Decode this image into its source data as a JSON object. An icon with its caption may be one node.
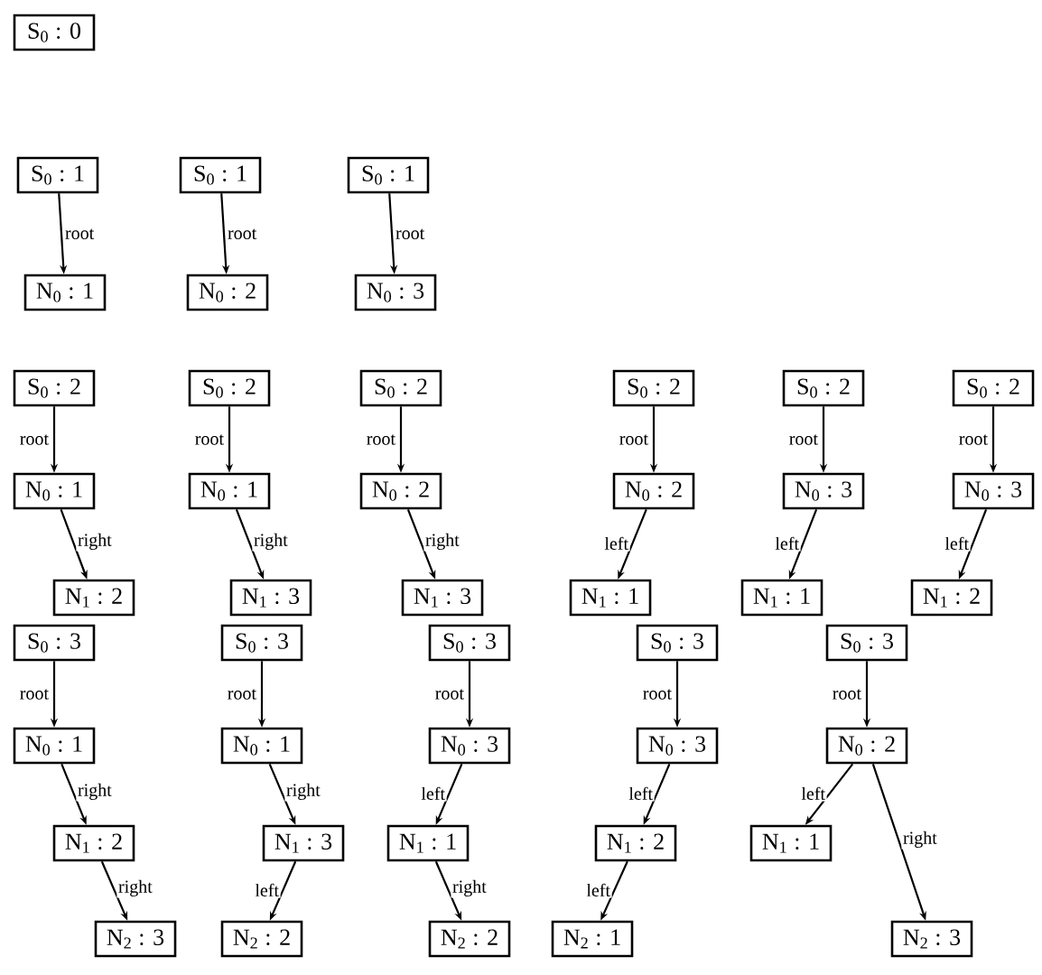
{
  "diagram": {
    "nodes": [
      {
        "text": [
          "S$_{0}$ : 0"
        ]
      },
      {
        "text": [
          "S$_{0}$ : 1"
        ]
      },
      {
        "text": [
          "N$_{0}$ : 1"
        ]
      },
      {
        "text": [
          "S$_{0}$ : 1"
        ]
      },
      {
        "text": [
          "N$_{0}$ : 2"
        ]
      },
      {
        "text": [
          "S$_{0}$ : 1"
        ]
      },
      {
        "text": [
          "N$_{0}$ : 3"
        ]
      },
      {
        "text": [
          "S$_{0}$ : 2"
        ]
      },
      {
        "text": [
          "N$_{0}$ : 1"
        ]
      },
      {
        "text": [
          "N$_{1}$ : 2"
        ]
      },
      {
        "text": [
          "S$_{0}$ : 2"
        ]
      },
      {
        "text": [
          "N$_{0}$ : 1"
        ]
      },
      {
        "text": [
          "N$_{1}$ : 3"
        ]
      },
      {
        "text": [
          "S$_{0}$ : 2"
        ]
      },
      {
        "text": [
          "N$_{0}$ : 2"
        ]
      },
      {
        "text": [
          "N$_{1}$ : 3"
        ]
      },
      {
        "text": [
          "S$_{0}$ : 2"
        ]
      },
      {
        "text": [
          "N$_{0}$ : 2"
        ]
      },
      {
        "text": [
          "N$_{1}$ : 1"
        ]
      },
      {
        "text": [
          "S$_{0}$ : 2"
        ]
      },
      {
        "text": [
          "N$_{0}$ : 3"
        ]
      },
      {
        "text": [
          "N$_{1}$ : 1"
        ]
      },
      {
        "text": [
          "S$_{0}$ : 2"
        ]
      },
      {
        "text": [
          "N$_{0}$ : 3"
        ]
      },
      {
        "text": [
          "N$_{1}$ : 2"
        ]
      },
      {
        "text": [
          "S$_{0}$ : 3"
        ]
      },
      {
        "text": [
          "N$_{0}$ : 1"
        ]
      },
      {
        "text": [
          "N$_{1}$ : 2"
        ]
      },
      {
        "text": [
          "N$_{2}$ : 3"
        ]
      },
      {
        "text": [
          "S$_{0}$ : 3"
        ]
      },
      {
        "text": [
          "N$_{0}$ : 1"
        ]
      },
      {
        "text": [
          "N$_{1}$ : 3"
        ]
      },
      {
        "text": [
          "N$_{2}$ : 2"
        ]
      },
      {
        "text": [
          "S$_{0}$ : 3"
        ]
      },
      {
        "text": [
          "N$_{0}$ : 3"
        ]
      },
      {
        "text": [
          "N$_{1}$ : 1"
        ]
      },
      {
        "text": [
          "N$_{2}$ : 2"
        ]
      },
      {
        "text": [
          "S$_{0}$ : 3"
        ]
      },
      {
        "text": [
          "N$_{0}$ : 3"
        ]
      },
      {
        "text": [
          "N$_{1}$ : 2"
        ]
      },
      {
        "text": [
          "N$_{2}$ : 1"
        ]
      },
      {
        "text": [
          "S$_{0}$ : 3"
        ]
      },
      {
        "text": [
          "N$_{0}$ : 2"
        ]
      },
      {
        "text": [
          "N$_{1}$ : 1"
        ]
      },
      {
        "text": [
          "N$_{2}$ : 3"
        ]
      }
    ],
    "edges": [
      {
        "from": 1,
        "to": 2,
        "arrow": "to",
        "label": "root"
      },
      {
        "from": 3,
        "to": 4,
        "arrow": "to",
        "label": "root"
      },
      {
        "from": 5,
        "to": 6,
        "arrow": "to",
        "label": "root"
      },
      {
        "from": 7,
        "to": 8,
        "arrow": "to",
        "label": "root"
      },
      {
        "from": 8,
        "to": 9,
        "arrow": "to",
        "label": "right"
      },
      {
        "from": 10,
        "to": 11,
        "arrow": "to",
        "label": "root"
      },
      {
        "from": 11,
        "to": 12,
        "arrow": "to",
        "label": "right"
      },
      {
        "from": 13,
        "to": 14,
        "arrow": "to",
        "label": "root"
      },
      {
        "from": 14,
        "to": 15,
        "arrow": "to",
        "label": "right"
      },
      {
        "from": 16,
        "to": 17,
        "arrow": "to",
        "label": "root"
      },
      {
        "from": 17,
        "to": 18,
        "arrow": "to",
        "label": "left"
      },
      {
        "from": 19,
        "to": 20,
        "arrow": "to",
        "label": "root"
      },
      {
        "from": 20,
        "to": 21,
        "arrow": "to",
        "label": "left"
      },
      {
        "from": 22,
        "to": 23,
        "arrow": "to",
        "label": "root"
      },
      {
        "from": 23,
        "to": 24,
        "arrow": "to",
        "label": "left"
      },
      {
        "from": 25,
        "to": 26,
        "arrow": "to",
        "label": "root"
      },
      {
        "from": 26,
        "to": 27,
        "arrow": "to",
        "label": "right"
      },
      {
        "from": 27,
        "to": 28,
        "arrow": "to",
        "label": "right"
      },
      {
        "from": 29,
        "to": 30,
        "arrow": "to",
        "label": "root"
      },
      {
        "from": 30,
        "to": 31,
        "arrow": "to",
        "label": "right"
      },
      {
        "from": 31,
        "to": 32,
        "arrow": "to",
        "label": "left"
      },
      {
        "from": 33,
        "to": 34,
        "arrow": "to",
        "label": "root"
      },
      {
        "from": 34,
        "to": 35,
        "arrow": "to",
        "label": "left"
      },
      {
        "from": 35,
        "to": 36,
        "arrow": "to",
        "label": "right"
      },
      {
        "from": 37,
        "to": 38,
        "arrow": "to",
        "label": "root"
      },
      {
        "from": 38,
        "to": 39,
        "arrow": "to",
        "label": "left"
      },
      {
        "from": 39,
        "to": 40,
        "arrow": "to",
        "label": "left"
      },
      {
        "from": 41,
        "to": 42,
        "arrow": "to",
        "label": "root"
      },
      {
        "from": 42,
        "to": 43,
        "arrow": "to",
        "label": "left"
      },
      {
        "from": 42,
        "to": 44,
        "arrow": "to",
        "label": "right"
      }
    ]
  }
}
